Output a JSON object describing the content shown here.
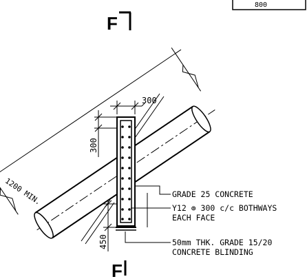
{
  "title_box_value": "800",
  "section_marker_top": "F",
  "section_marker_bottom": "F",
  "dimensions": {
    "width_top": "300",
    "depth_top": "300",
    "pipe_clearance": "1200 MIN.",
    "base_depth": "450"
  },
  "annotations": {
    "concrete_grade": "GRADE 25 CONCRETE",
    "rebar_line1": "Y12 ⊚ 300 c/c BOTHWAYS",
    "rebar_line2": "EACH FACE",
    "blinding_line1": "50mm THK. GRADE 15/20",
    "blinding_line2": "CONCRETE BLINDING"
  },
  "colors": {
    "line": "#000000",
    "background": "#ffffff"
  }
}
